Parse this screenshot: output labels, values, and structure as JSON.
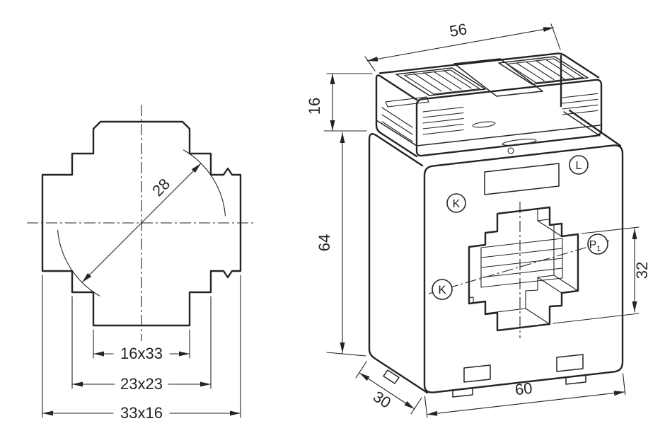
{
  "drawing": {
    "left_view": {
      "dim_circle": "28",
      "dim_inner": "16x33",
      "dim_middle": "23x23",
      "dim_outer": "33x16"
    },
    "right_view": {
      "dim_width_top": "56",
      "dim_height_terminal": "16",
      "dim_height_body": "64",
      "dim_window": "32",
      "dim_depth": "30",
      "dim_width_bottom": "60",
      "label_k_top": "K",
      "label_l_top": "L",
      "label_k_side": "K",
      "label_p": "P",
      "label_p_sub": "1"
    }
  },
  "colors": {
    "line": "#242424",
    "background": "#ffffff"
  }
}
